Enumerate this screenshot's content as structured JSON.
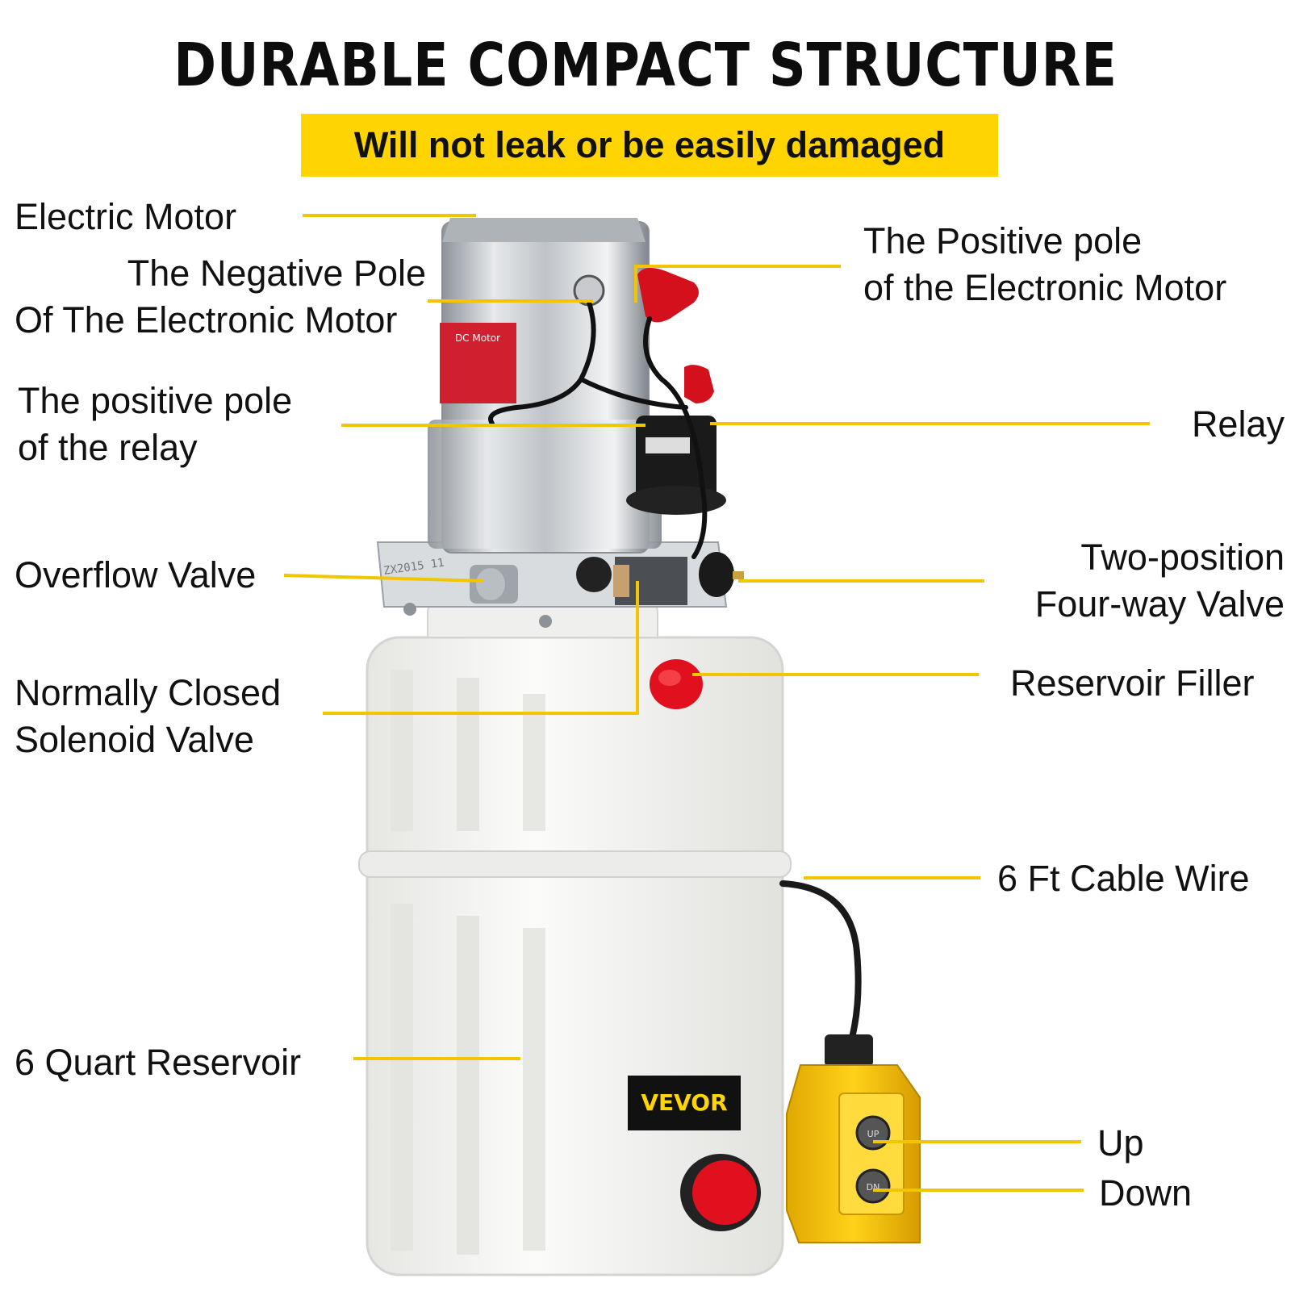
{
  "heading": {
    "title": "DURABLE COMPACT STRUCTURE",
    "subtitle": "Will not leak or be easily damaged"
  },
  "brand": {
    "logo_text": "VEVOR"
  },
  "labels": {
    "electric_motor": "Electric Motor",
    "negative_pole_line1": "The Negative Pole",
    "negative_pole_line2": "Of The Electronic Motor",
    "relay_positive_line1": "The positive pole",
    "relay_positive_line2": "of the relay",
    "overflow_valve": "Overflow Valve",
    "solenoid_line1": "Normally Closed",
    "solenoid_line2": "Solenoid Valve",
    "reservoir": "6 Quart Reservoir",
    "motor_positive_line1": "The Positive pole",
    "motor_positive_line2": "of the Electronic Motor",
    "relay": "Relay",
    "fourway_line1": "Two-position",
    "fourway_line2": "Four-way Valve",
    "reservoir_filler": "Reservoir Filler",
    "cable": "6 Ft Cable Wire",
    "up": "Up",
    "down": "Down"
  },
  "colors": {
    "accent": "#ffd400",
    "leader_line": "#f2c500",
    "text": "#111111",
    "cap_red": "#e0101e",
    "tank": "#f7f7f5",
    "controller": "#f5c400"
  }
}
